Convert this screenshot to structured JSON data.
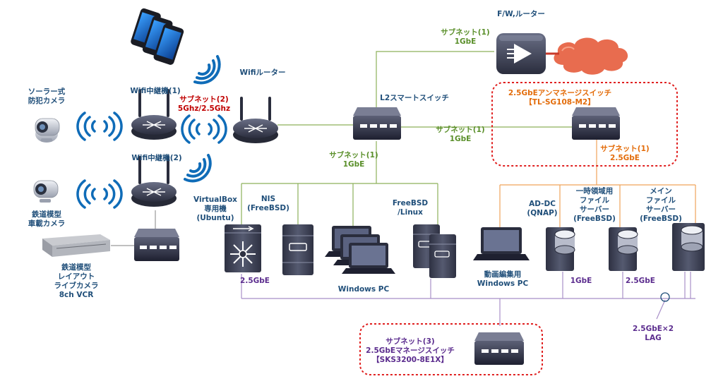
{
  "colors": {
    "green_line": "#8db05a",
    "orange_line": "#f0a35a",
    "purple_line": "#a88fc8",
    "gray_line": "#9a9a9a",
    "cloud": "#e65c3c",
    "highlight_box": "#e02020"
  },
  "labels": {
    "fw_router": "F/W,ルーター",
    "subnet1_top": [
      "サブネット(1)",
      "1GbE"
    ],
    "wifi_router": "Wifiルーター",
    "l2_switch": "L2スマートスイッチ",
    "unmanaged_switch": [
      "2.5GbEアンマネージスイッチ",
      "【TL-SG108-M2】"
    ],
    "subnet1_mid": [
      "サブネット(1)",
      "1GbE"
    ],
    "subnet1_orange": [
      "サブネット(1)",
      "2.5GbE"
    ],
    "subnet1_left": [
      "サブネット(1)",
      "1GbE"
    ],
    "solar_camera": [
      "ソーラー式",
      "防犯カメラ"
    ],
    "wifi_relay1": "Wifi中継機(1)",
    "subnet2": [
      "サブネット(2)",
      "5Ghz/2.5Ghz"
    ],
    "wifi_relay2": "Wifi中継機(2)",
    "train_camera": [
      "鉄道模型",
      "車載カメラ"
    ],
    "vcr": [
      "鉄道模型",
      "レイアウト",
      "ライブカメラ",
      "8ch VCR"
    ],
    "virtualbox": [
      "VirtualBox",
      "専用機",
      "(Ubuntu)"
    ],
    "nis": [
      "NIS",
      "(FreeBSD)"
    ],
    "freebsd_linux": [
      "FreeBSD",
      "/Linux"
    ],
    "ad_dc": [
      "AD-DC",
      "(QNAP)"
    ],
    "temp_file_server": [
      "一時領域用",
      "ファイル",
      "サーバー",
      "(FreeBSD)"
    ],
    "main_file_server": [
      "メイン",
      "ファイル",
      "サーバー",
      "(FreeBSD)"
    ],
    "windows_pc": "Windows PC",
    "video_pc": [
      "動画編集用",
      "Windows PC"
    ],
    "speed_25_left": "2.5GbE",
    "speed_1gbe_right": "1GbE",
    "speed_25_right": "2.5GbE",
    "lag": [
      "2.5GbE×2",
      "LAG"
    ],
    "managed_switch": [
      "サブネット(3)",
      "2.5GbEマネージスイッチ",
      "【SKS3200-8E1X】"
    ]
  }
}
